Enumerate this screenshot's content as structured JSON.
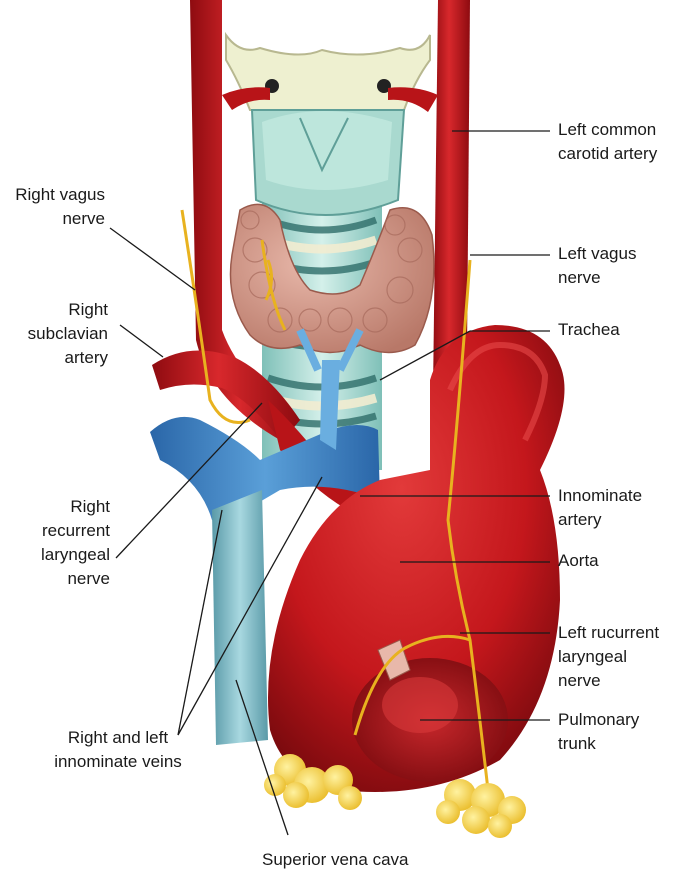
{
  "labels": {
    "left_common_carotid": [
      "Left common",
      "carotid artery"
    ],
    "right_vagus": [
      "Right vagus",
      "nerve"
    ],
    "left_vagus": [
      "Left vagus",
      "nerve"
    ],
    "right_subclavian": [
      "Right",
      "subclavian",
      "artery"
    ],
    "trachea": [
      "Trachea"
    ],
    "right_recurrent": [
      "Right",
      "recurrent",
      "laryngeal",
      "nerve"
    ],
    "innominate_artery": [
      "Innominate",
      "artery"
    ],
    "aorta": [
      "Aorta"
    ],
    "left_recurrent": [
      "Left rucurrent",
      "laryngeal",
      "nerve"
    ],
    "pulmonary_trunk": [
      "Pulmonary",
      "trunk"
    ],
    "innominate_veins": [
      "Right and left",
      "innominate veins"
    ],
    "superior_vena_cava": [
      "Superior  vena cava"
    ]
  },
  "colors": {
    "artery": "#c4171c",
    "artery_dark": "#8e0b10",
    "vein": "#3a7fc4",
    "vein_light": "#8cc4d8",
    "nerve": "#e8b21f",
    "thyroid": "#d49a8e",
    "cartilage": "#a9d9cf",
    "fat": "#f4d24a",
    "leader": "#1a1a1a"
  }
}
